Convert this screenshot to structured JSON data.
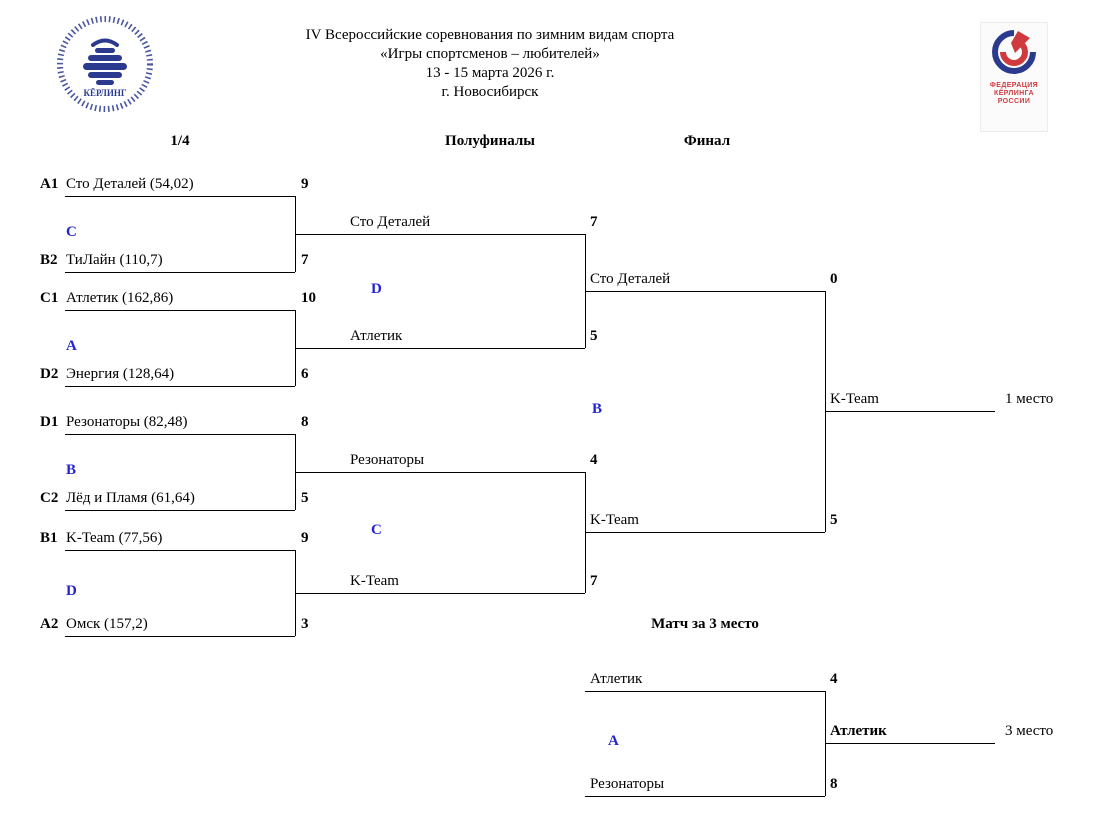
{
  "header": {
    "title_lines": [
      "IV Всероссийские соревнования по зимним  видам спорта",
      "«Игры спортсменов – любителей»",
      "13 - 15 марта 2026 г.",
      "г. Новосибирск"
    ],
    "association_logo_text": "КЁРЛИНГ",
    "federation_logo_text": "ФЕДЕРАЦИЯ\nКЁРЛИНГА\nРОССИИ"
  },
  "columns": {
    "quarterfinals": "1/4",
    "semifinals": "Полуфиналы",
    "final": "Финал"
  },
  "quarterfinals": [
    {
      "seed_top": "A1",
      "team_top": "Сто Деталей (54,02)",
      "score_top": "9",
      "sheet": "C",
      "seed_bottom": "B2",
      "team_bottom": "ТиЛайн (110,7)",
      "score_bottom": "7"
    },
    {
      "seed_top": "C1",
      "team_top": "Атлетик (162,86)",
      "score_top": "10",
      "sheet": "A",
      "seed_bottom": "D2",
      "team_bottom": "Энергия (128,64)",
      "score_bottom": "6"
    },
    {
      "seed_top": "D1",
      "team_top": "Резонаторы (82,48)",
      "score_top": "8",
      "sheet": "B",
      "seed_bottom": "C2",
      "team_bottom": "Лёд и Пламя (61,64)",
      "score_bottom": "5"
    },
    {
      "seed_top": "B1",
      "team_top": "K-Team (77,56)",
      "score_top": "9",
      "sheet": "D",
      "seed_bottom": "A2",
      "team_bottom": "Омск (157,2)",
      "score_bottom": "3"
    }
  ],
  "semifinals": [
    {
      "team_top": "Сто Деталей",
      "score_top": "7",
      "sheet": "D",
      "team_bottom": "Атлетик",
      "score_bottom": "5"
    },
    {
      "team_top": "Резонаторы",
      "score_top": "4",
      "sheet": "C",
      "team_bottom": "K-Team",
      "score_bottom": "7"
    }
  ],
  "final": {
    "team_top": "Сто Деталей",
    "score_top": "0",
    "sheet": "B",
    "team_bottom": "K-Team",
    "score_bottom": "5",
    "winner": "K-Team",
    "place_label": "1 место"
  },
  "third_place": {
    "title": "Матч за 3 место",
    "team_top": "Атлетик",
    "score_top": "4",
    "sheet": "A",
    "team_bottom": "Резонаторы",
    "score_bottom": "8",
    "winner": "Атлетик",
    "place_label": "3 место"
  },
  "colors": {
    "sheet_letter": "#2323d3",
    "bracket_line": "#000000",
    "logo_navy": "#2b3a8f",
    "federation_red": "#cf3a3f"
  }
}
